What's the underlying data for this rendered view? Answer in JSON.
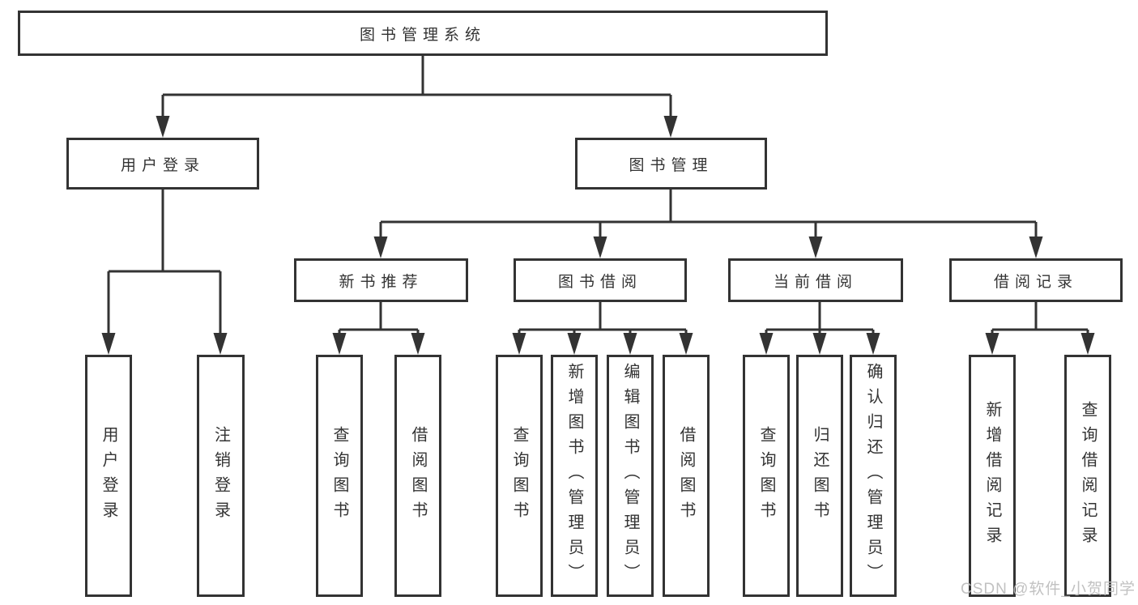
{
  "diagram": {
    "root": {
      "label": "图书管理系统",
      "children": [
        {
          "label": "用户登录",
          "children": [
            {
              "label": "用户登录"
            },
            {
              "label": "注销登录"
            }
          ]
        },
        {
          "label": "图书管理",
          "children": [
            {
              "label": "新书推荐",
              "children": [
                {
                  "label": "查询图书"
                },
                {
                  "label": "借阅图书"
                }
              ]
            },
            {
              "label": "图书借阅",
              "children": [
                {
                  "label": "查询图书"
                },
                {
                  "label": "新增图书（管理员）"
                },
                {
                  "label": "编辑图书（管理员）"
                },
                {
                  "label": "借阅图书"
                }
              ]
            },
            {
              "label": "当前借阅",
              "children": [
                {
                  "label": "查询图书"
                },
                {
                  "label": "归还图书"
                },
                {
                  "label": "确认归还（管理员）"
                }
              ]
            },
            {
              "label": "借阅记录",
              "children": [
                {
                  "label": "新增借阅记录"
                },
                {
                  "label": "查询借阅记录"
                }
              ]
            }
          ]
        }
      ]
    },
    "watermark": "CSDN @软件_小贺同学",
    "colors": {
      "line": "#333333",
      "box_border": "#333333",
      "text": "#333333",
      "background": "#ffffff",
      "watermark": "#c0c0c0"
    }
  }
}
